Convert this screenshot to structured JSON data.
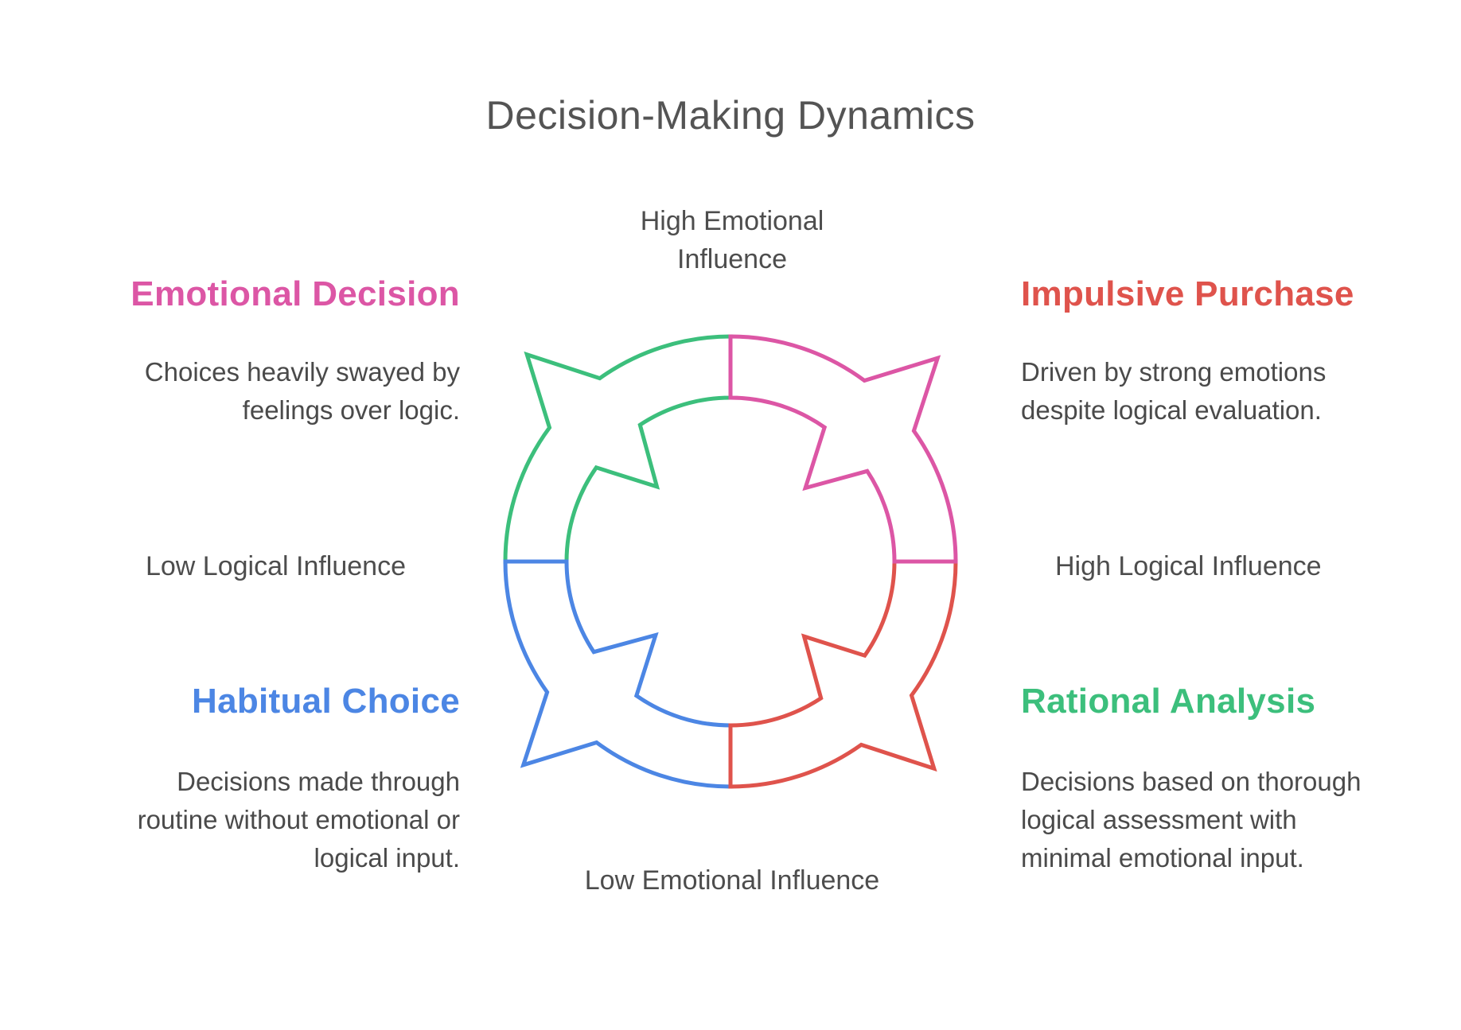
{
  "title": "Decision-Making Dynamics",
  "axis_labels": {
    "top": "High Emotional\nInfluence",
    "bottom": "Low Emotional Influence",
    "left": "Low Logical Influence",
    "right": "High Logical Influence"
  },
  "quadrants": [
    {
      "id": "emotional-decision",
      "position": "top-left",
      "title": "Emotional Decision",
      "description": "Choices heavily swayed by\nfeelings over logic.",
      "color": "#DC56A5"
    },
    {
      "id": "impulsive-purchase",
      "position": "top-right",
      "title": "Impulsive Purchase",
      "description": "Driven by strong emotions\ndespite logical evaluation.",
      "color": "#DF534C"
    },
    {
      "id": "habitual-choice",
      "position": "bottom-left",
      "title": "Habitual Choice",
      "description": "Decisions made through\nroutine without emotional or\nlogical input.",
      "color": "#4C86E4"
    },
    {
      "id": "rational-analysis",
      "position": "bottom-right",
      "title": "Rational Analysis",
      "description": "Decisions based on thorough\nlogical assessment with\nminimal emotional input.",
      "color": "#3CBF7C"
    }
  ],
  "ring": {
    "segments": [
      {
        "name": "cycle-segment-top-left",
        "color": "#3CBF7C"
      },
      {
        "name": "cycle-segment-bottom-left",
        "color": "#4C86E4"
      },
      {
        "name": "cycle-segment-bottom-right",
        "color": "#DF534C"
      },
      {
        "name": "cycle-segment-top-right",
        "color": "#DC56A5"
      }
    ]
  }
}
